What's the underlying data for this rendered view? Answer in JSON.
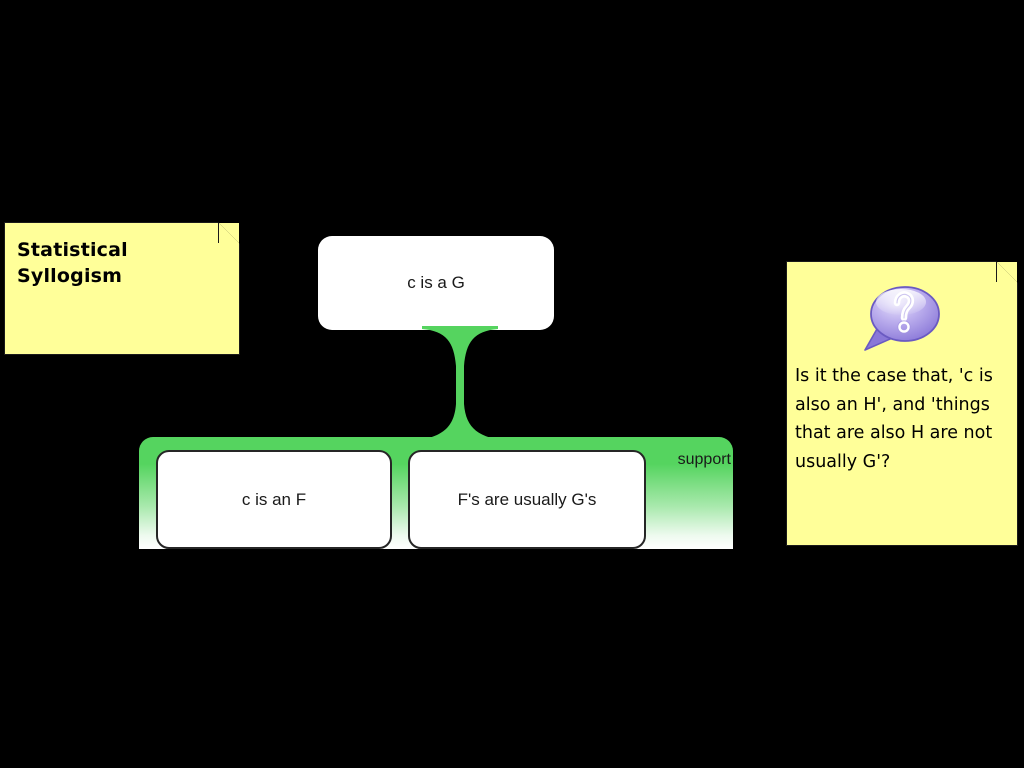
{
  "diagram": {
    "background_color": "#000000",
    "title_note": {
      "text": "Statistical Syllogism",
      "color": "#ffff99"
    },
    "conclusion": {
      "text": "c is a G"
    },
    "connector": {
      "name": "support-connector",
      "color": "#55d45f"
    },
    "support_group": {
      "label": "support",
      "color": "#55d45f",
      "premises": [
        {
          "text": "c is an F"
        },
        {
          "text": "F's are usually G's"
        }
      ]
    },
    "question_note": {
      "icon": "question-speech-bubble-icon",
      "icon_color": "#9b8ce0",
      "color": "#ffff99",
      "text": "Is it the case that, 'c is also an H', and 'things that are also H are not usually G'?"
    }
  }
}
